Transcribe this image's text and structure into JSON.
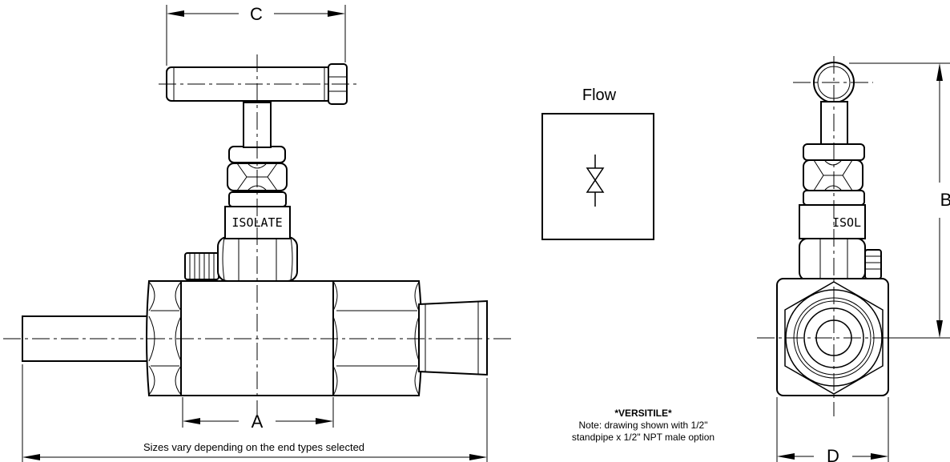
{
  "dimensions": {
    "a": "A",
    "b": "B",
    "c": "C",
    "d": "D"
  },
  "engraving": {
    "front": "ISOLATE",
    "side": "ISOL"
  },
  "flow_symbol": {
    "title": "Flow"
  },
  "note": {
    "heading": "*VERSITILE*",
    "line1": "Note: drawing shown with 1/2\"",
    "line2": "standpipe x 1/2\" NPT male option"
  },
  "overall_length_caption": "Sizes vary depending on the end types selected"
}
